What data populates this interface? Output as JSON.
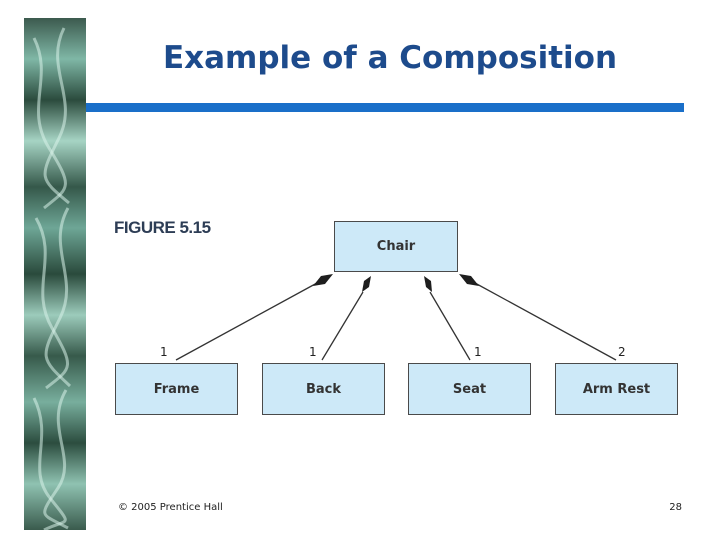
{
  "slide": {
    "title": "Example of a Composition",
    "figure_label": "FIGURE 5.15",
    "footer_copyright": "© 2005 Prentice Hall",
    "page_number": "28"
  },
  "diagram": {
    "whole": "Chair",
    "parts": [
      {
        "label": "Frame",
        "multiplicity": "1"
      },
      {
        "label": "Back",
        "multiplicity": "1"
      },
      {
        "label": "Seat",
        "multiplicity": "1"
      },
      {
        "label": "Arm Rest",
        "multiplicity": "2"
      }
    ]
  },
  "colors": {
    "title": "#1d4b8c",
    "rule": "#1a6fc9",
    "box_fill": "#cde9f8",
    "box_border": "#4a4a4a"
  }
}
